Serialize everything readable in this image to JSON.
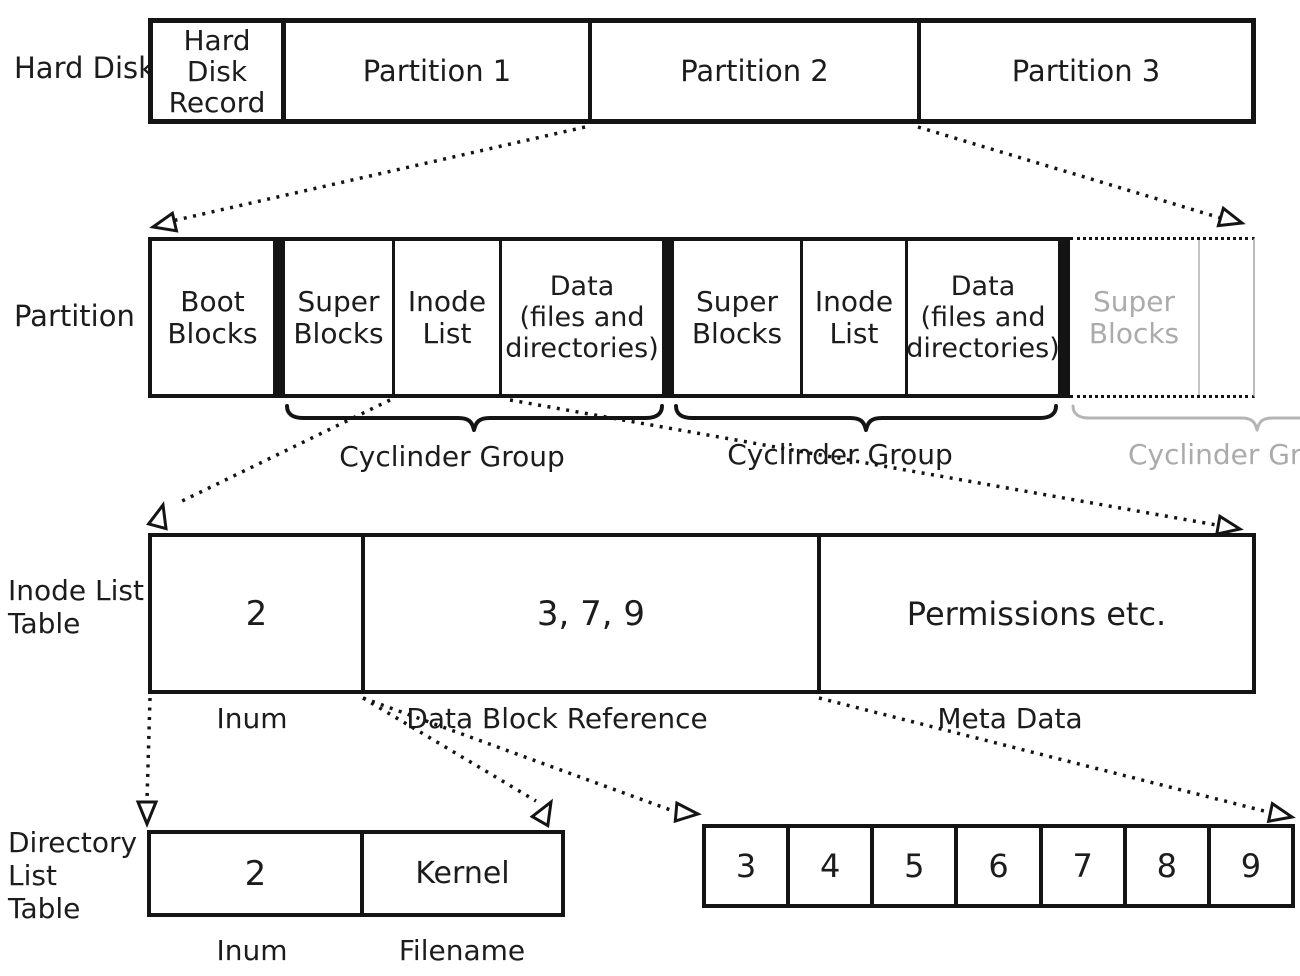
{
  "colors": {
    "ink": "#141414",
    "muted_gray": "#ababab"
  },
  "hard_disk_row": {
    "side_label": "Hard Disk",
    "record_cell": "Hard\nDisk\nRecord",
    "partitions": [
      "Partition 1",
      "Partition 2",
      "Partition 3"
    ]
  },
  "partition_row": {
    "side_label": "Partition",
    "cells": [
      "Boot\nBlocks",
      "Super\nBlocks",
      "Inode\nList",
      "Data\n(files and\ndirectories)",
      "Super\nBlocks",
      "Inode\nList",
      "Data\n(files and\ndirectories)",
      "Super\nBlocks"
    ],
    "cylinder_group_labels": [
      "Cyclinder Group",
      "Cyclinder Group",
      "Cyclinder Gro"
    ]
  },
  "inode_table": {
    "side_label": "Inode List\nTable",
    "cells": [
      "2",
      "3, 7, 9",
      "Permissions etc."
    ],
    "field_labels": [
      "Inum",
      "Data Block Reference",
      "Meta Data"
    ]
  },
  "directory_table": {
    "side_label": "Directory\nList\nTable",
    "cells": [
      "2",
      "Kernel"
    ],
    "field_labels": [
      "Inum",
      "Filename"
    ]
  },
  "data_blocks_row": {
    "values": [
      "3",
      "4",
      "5",
      "6",
      "7",
      "8",
      "9"
    ]
  }
}
